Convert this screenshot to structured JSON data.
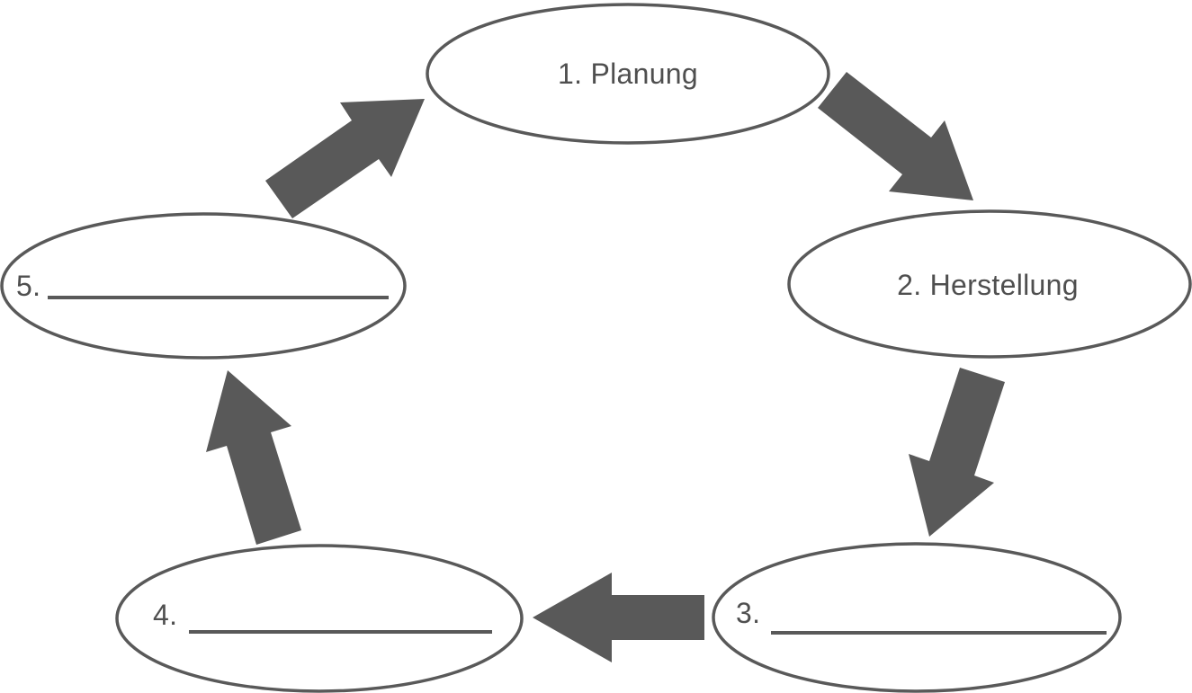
{
  "diagram": {
    "type": "cycle",
    "language": "de",
    "nodes": [
      {
        "step": "1. Planung",
        "blank": false,
        "position": "top-center"
      },
      {
        "step": "2. Herstellung",
        "blank": false,
        "position": "right"
      },
      {
        "step": "3.",
        "blank": true,
        "position": "bottom-right"
      },
      {
        "step": "4.",
        "blank": true,
        "position": "bottom-left"
      },
      {
        "step": "5.",
        "blank": true,
        "position": "left"
      }
    ],
    "arrows": [
      {
        "name": "arrow-5-to-1",
        "from": "5",
        "to": "1. Planung",
        "direction": "up-right"
      },
      {
        "name": "arrow-1-to-2",
        "from": "1. Planung",
        "to": "2. Herstellung",
        "direction": "down-right"
      },
      {
        "name": "arrow-2-to-3",
        "from": "2. Herstellung",
        "to": "3.",
        "direction": "down"
      },
      {
        "name": "arrow-3-to-4",
        "from": "3.",
        "to": "4.",
        "direction": "left"
      },
      {
        "name": "arrow-4-to-5",
        "from": "4.",
        "to": "5.",
        "direction": "up"
      }
    ],
    "colors": {
      "shape_outline": "#595959",
      "arrow_fill": "#595959",
      "text": "#4f4f4f",
      "background": "#ffffff"
    }
  }
}
